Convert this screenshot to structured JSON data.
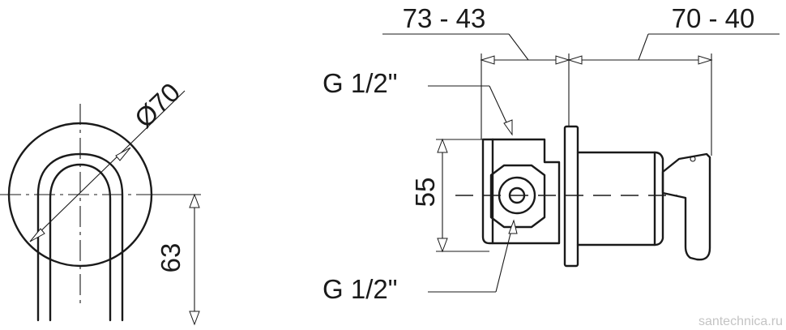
{
  "dimensions": {
    "diameter": "Ø70",
    "height": "63",
    "body_height": "55",
    "depth_left": "73 - 43",
    "depth_right": "70 - 40",
    "inlet_top": "G 1/2\"",
    "inlet_bottom": "G 1/2\""
  },
  "watermark": "santechnica.ru"
}
